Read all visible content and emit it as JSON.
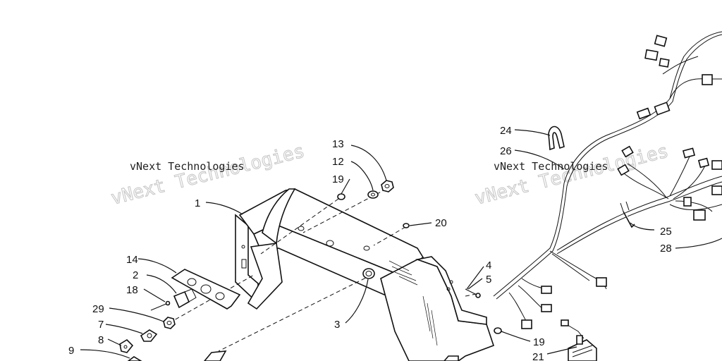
{
  "watermarks": [
    {
      "id": "wm-left",
      "line1": "vNext Technologies",
      "line2": "vNext Technologies"
    },
    {
      "id": "wm-right",
      "line1": "vNext Technologies",
      "line2": "vNext Technologies"
    }
  ],
  "callouts": {
    "c1": "1",
    "c2": "2",
    "c3": "3",
    "c4": "4",
    "c5": "5",
    "c7": "7",
    "c8": "8",
    "c9": "9",
    "c12": "12",
    "c13": "13",
    "c14": "14",
    "c18": "18",
    "c19a": "19",
    "c19b": "19",
    "c20": "20",
    "c21": "21",
    "c24": "24",
    "c25": "25",
    "c26": "26",
    "c28": "28",
    "c29": "29"
  }
}
